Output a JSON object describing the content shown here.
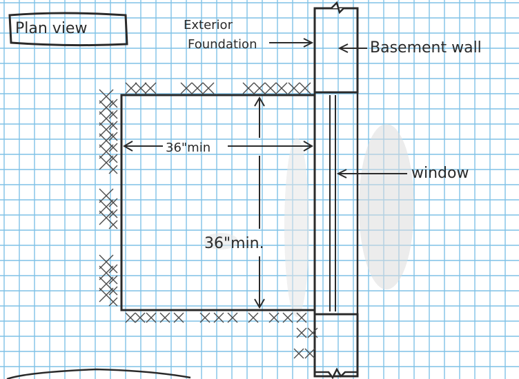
{
  "title_box": {
    "label": "Plan view"
  },
  "labels": {
    "exterior_foundation_line1": "Exterior",
    "exterior_foundation_line2": "Foundation",
    "basement_wall": "Basement wall",
    "window": "window",
    "width_dim": "36\"min",
    "depth_dim": "36\"min."
  },
  "colors": {
    "grid_line": "#7fc1e6",
    "ink": "#2a2a2a",
    "paper": "#ffffff",
    "shading": "#d9d9d9"
  },
  "icons": [
    "arrow-icon",
    "earth-hatch",
    "wall-break-icon"
  ]
}
